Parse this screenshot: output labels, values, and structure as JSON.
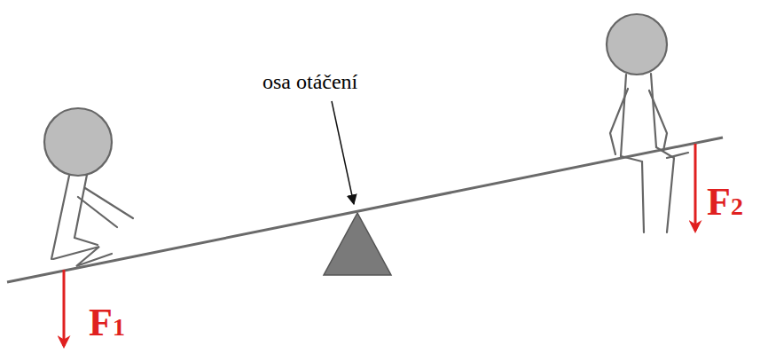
{
  "diagram": {
    "labels": [
      "osa otáčení",
      "F1",
      "F2"
    ]
  }
}
